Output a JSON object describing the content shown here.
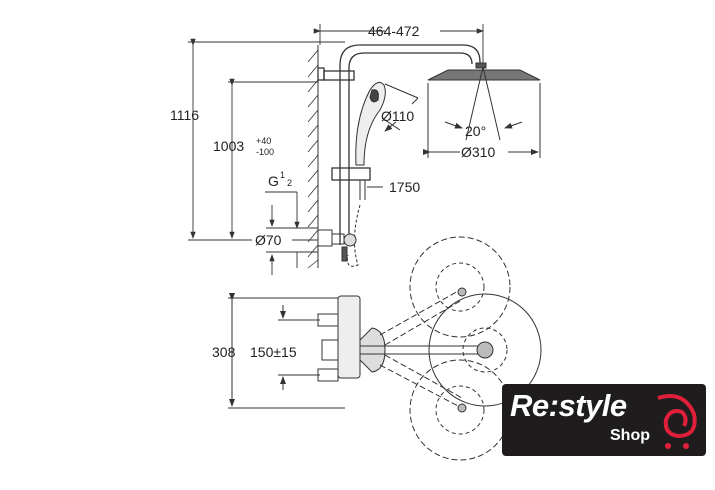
{
  "dimensions": {
    "total_height": "1116",
    "arm_height": "1003",
    "arm_tol_plus": "+40",
    "arm_tol_minus": "-100",
    "arm_reach": "464-472",
    "hand_shower_dia": "Ø110",
    "head_dia": "Ø310",
    "spray_angle": "20°",
    "hose_length": "1750",
    "thread_main": "G",
    "thread_num": "1",
    "thread_den": "2",
    "rosette_dia": "Ø70",
    "mixer_height": "308",
    "inlet_spacing": "150±15"
  },
  "logo": {
    "brand": "Re:style",
    "sub": "Shop",
    "accent": "#e0203a"
  }
}
